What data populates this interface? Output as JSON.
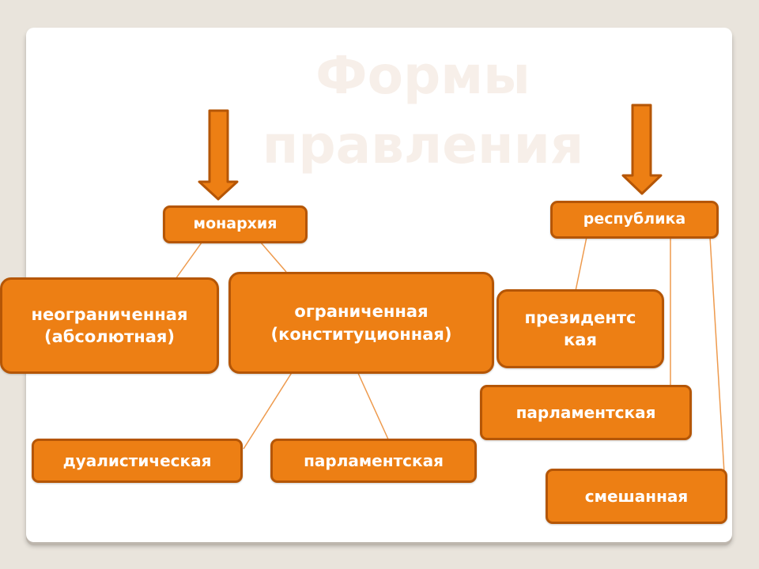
{
  "title": "Формы правления",
  "nodes": {
    "monarchy": "монархия",
    "republic": "республика",
    "unlimited": "неограниченная\n(абсолютная)",
    "limited": "ограниченная\n(конституционная)",
    "dualistic": "дуалистическая",
    "parliamentary_m": "парламентская",
    "presidential": "президентс\nкая",
    "parliamentary_r": "парламентская",
    "mixed": "смешанная"
  },
  "colors": {
    "node_fill": "#ed7f14",
    "node_border": "#b55606",
    "connector": "#ee9a4d",
    "title": "#f7efe9"
  }
}
